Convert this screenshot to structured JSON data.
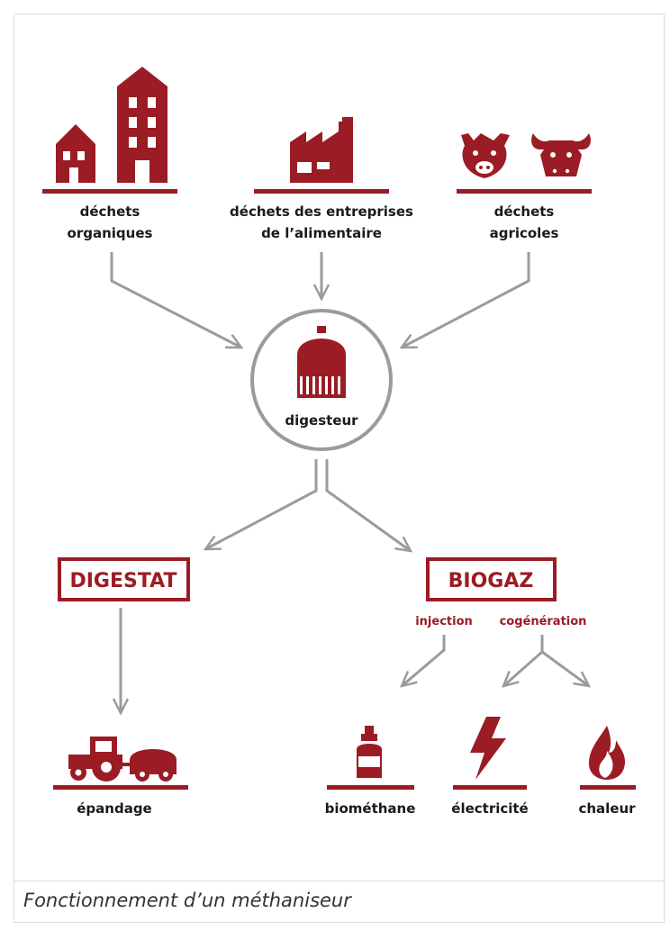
{
  "sources": [
    {
      "id": "organiques",
      "line1": "déchets",
      "line2": "organiques",
      "icon": "buildings-icon"
    },
    {
      "id": "entreprises",
      "line1": "déchets des entreprises",
      "line2": "de l’alimentaire",
      "icon": "factory-icon"
    },
    {
      "id": "agricoles",
      "line1": "déchets",
      "line2": "agricoles",
      "icon": "pig-cow-icon"
    }
  ],
  "digesteur": {
    "label": "digesteur",
    "icon": "digester-icon"
  },
  "outputs": {
    "digestat": {
      "label": "DIGESTAT"
    },
    "biogaz": {
      "label": "BIOGAZ",
      "injection": "injection",
      "cogeneration": "cogénération"
    }
  },
  "products": {
    "epandage": {
      "label": "épandage",
      "icon": "tractor-icon"
    },
    "biomethane": {
      "label": "biométhane",
      "icon": "gas-bottle-icon"
    },
    "electricite": {
      "label": "électricité",
      "icon": "lightning-icon"
    },
    "chaleur": {
      "label": "chaleur",
      "icon": "flame-icon"
    }
  },
  "caption": "Fonctionnement d’un méthaniseur",
  "colors": {
    "accent": "#9b1c24",
    "arrow": "#9b9b9b",
    "text": "#1a1a1a"
  }
}
